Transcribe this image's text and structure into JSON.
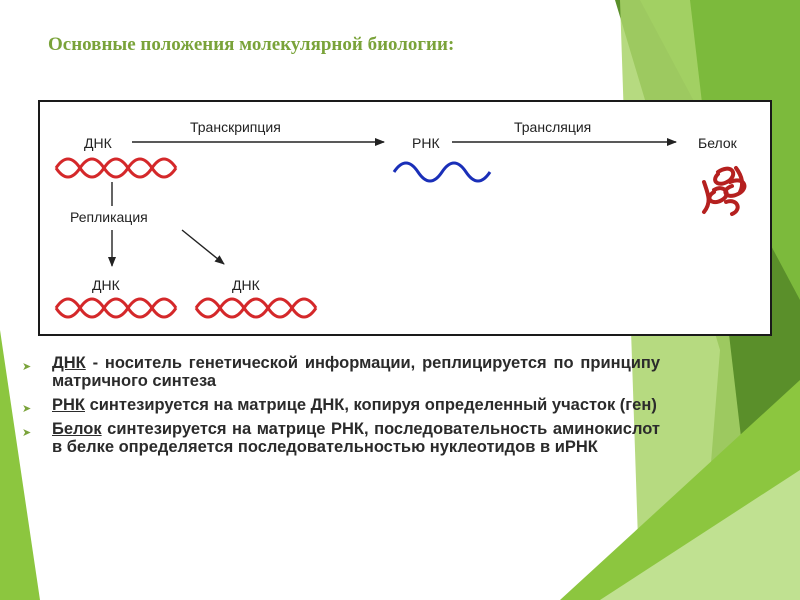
{
  "title": "Основные положения молекулярной биологии:",
  "diagram": {
    "labels": {
      "dna_top": "ДНК",
      "transcription": "Транскрипция",
      "rna": "РНК",
      "translation": "Трансляция",
      "protein": "Белок",
      "replication": "Репликация",
      "dna_left": "ДНК",
      "dna_right": "ДНК"
    },
    "colors": {
      "dna": "#d4282a",
      "rna": "#1a2fb8",
      "protein": "#b5201f",
      "arrow": "#222222",
      "accent": "#7aa33a"
    }
  },
  "bullets": [
    {
      "term": "ДНК",
      "text": " - носитель генетической информации, реплицируется по принципу матричного синтеза"
    },
    {
      "term": "РНК",
      "text": " синтезируется на матрице ДНК, копируя определенный участок (ген)"
    },
    {
      "term": "Белок",
      "text": " синтезируется на матрице РНК, последовательность аминокислот в белке определяется последовательностью нуклеотидов в иРНК"
    }
  ]
}
